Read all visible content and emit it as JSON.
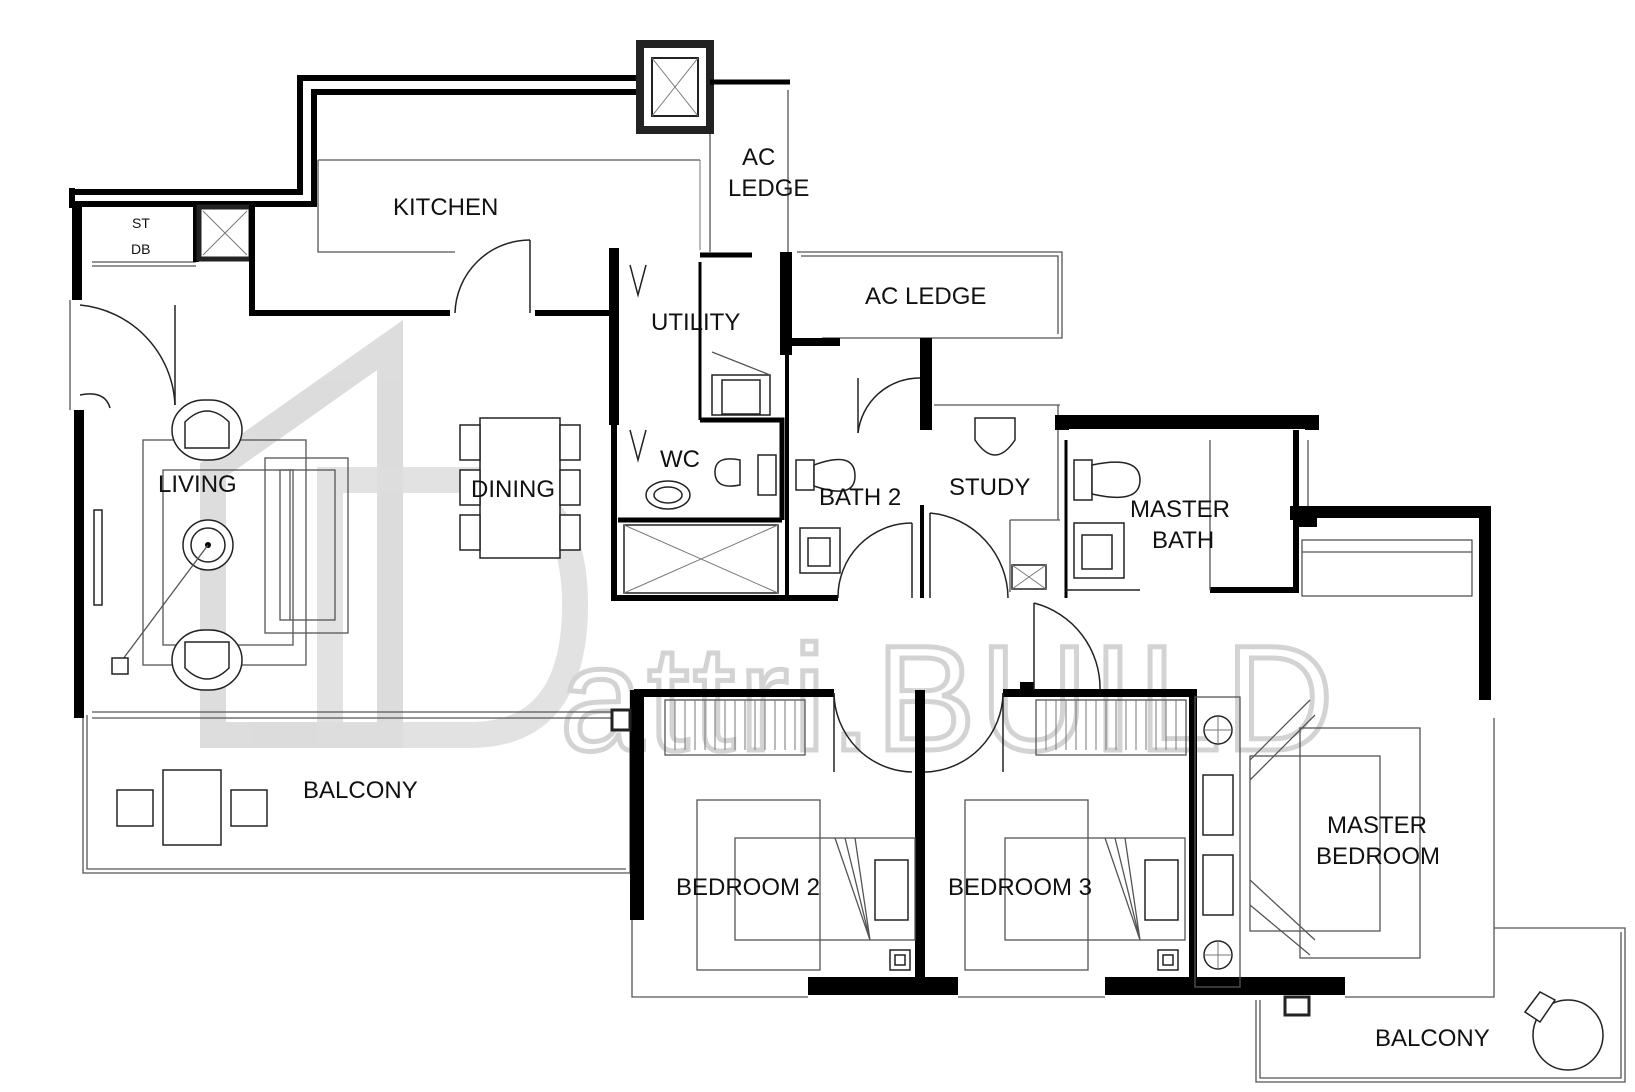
{
  "rooms": {
    "kitchen": "KITCHEN",
    "ac_ledge_top_1": "AC",
    "ac_ledge_top_2": "LEDGE",
    "ac_ledge": "AC LEDGE",
    "st": "ST",
    "db": "DB",
    "utility": "UTILITY",
    "wc": "WC",
    "living": "LIVING",
    "dining": "DINING",
    "bath2": "BATH 2",
    "study": "STUDY",
    "master_bath_1": "MASTER",
    "master_bath_2": "BATH",
    "balcony_main": "BALCONY",
    "bedroom2": "BEDROOM 2",
    "bedroom3": "BEDROOM 3",
    "master_bedroom_1": "MASTER",
    "master_bedroom_2": "BEDROOM",
    "balcony_master": "BALCONY"
  },
  "watermark": {
    "text": "attri.BUILD"
  }
}
